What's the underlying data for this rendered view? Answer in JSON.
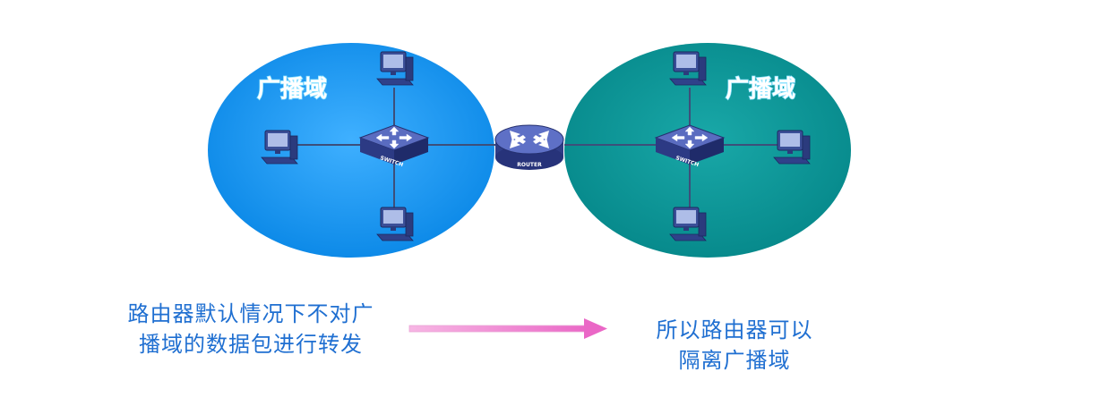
{
  "diagram": {
    "left_domain_label": "广播域",
    "right_domain_label": "广播域",
    "left_switch_label": "SWITCH",
    "right_switch_label": "SWITCH",
    "router_label": "ROUTER",
    "left_caption": [
      "路由器默认情况下不对广",
      "播域的数据包进行转发"
    ],
    "right_caption": [
      "所以路由器可以",
      "隔离广播域"
    ]
  },
  "colors": {
    "left_domain": "#1e9cf0",
    "right_domain": "#0f9a9a",
    "router": "#4a5aa8",
    "switch": "#2e3f8f",
    "arrow": "#f07fcf",
    "caption_text": "#1f6fd1"
  }
}
